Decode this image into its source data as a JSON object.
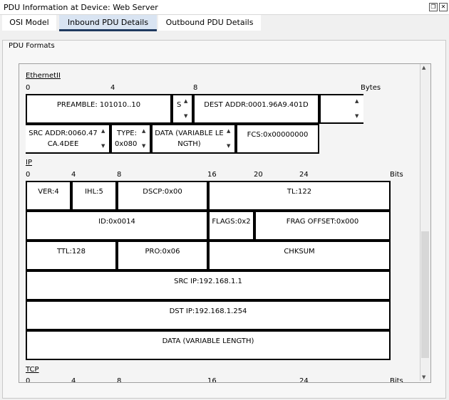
{
  "window": {
    "title": "PDU Information at Device: Web Server"
  },
  "tabs": [
    {
      "label": "OSI Model"
    },
    {
      "label": "Inbound PDU Details"
    },
    {
      "label": "Outbound PDU Details"
    }
  ],
  "group_label": "PDU Formats",
  "ethernet": {
    "title": "EthernetII",
    "ruler": {
      "t0": "0",
      "t4": "4",
      "t8": "8",
      "unit": "Bytes"
    },
    "preamble": "PREAMBLE: 101010..10",
    "sfd": "S",
    "dest": "DEST ADDR:0001.96A9.401D",
    "src_line1": "SRC ADDR:0060.47",
    "src_line2": "CA.4DEE",
    "type_line1": "TYPE:",
    "type_line2": "0x080",
    "data_line1": "DATA (VARIABLE LE",
    "data_line2": "NGTH)",
    "fcs": "FCS:0x00000000"
  },
  "ip": {
    "title": "IP",
    "ruler": {
      "t0": "0",
      "t4": "4",
      "t8": "8",
      "t16": "16",
      "t20": "20",
      "t24": "24",
      "unit": "Bits"
    },
    "ver": "VER:4",
    "ihl": "IHL:5",
    "dscp": "DSCP:0x00",
    "tl": "TL:122",
    "id": "ID:0x0014",
    "flags": "FLAGS:0x2",
    "frag": "FRAG OFFSET:0x000",
    "ttl": "TTL:128",
    "pro": "PRO:0x06",
    "chksum": "CHKSUM",
    "src": "SRC IP:192.168.1.1",
    "dst": "DST IP:192.168.1.254",
    "data": "DATA (VARIABLE LENGTH)"
  },
  "tcp": {
    "title": "TCP",
    "ruler": {
      "t0": "0",
      "t4": "4",
      "t8": "8",
      "t16": "16",
      "t24": "24",
      "unit": "Bits"
    }
  }
}
